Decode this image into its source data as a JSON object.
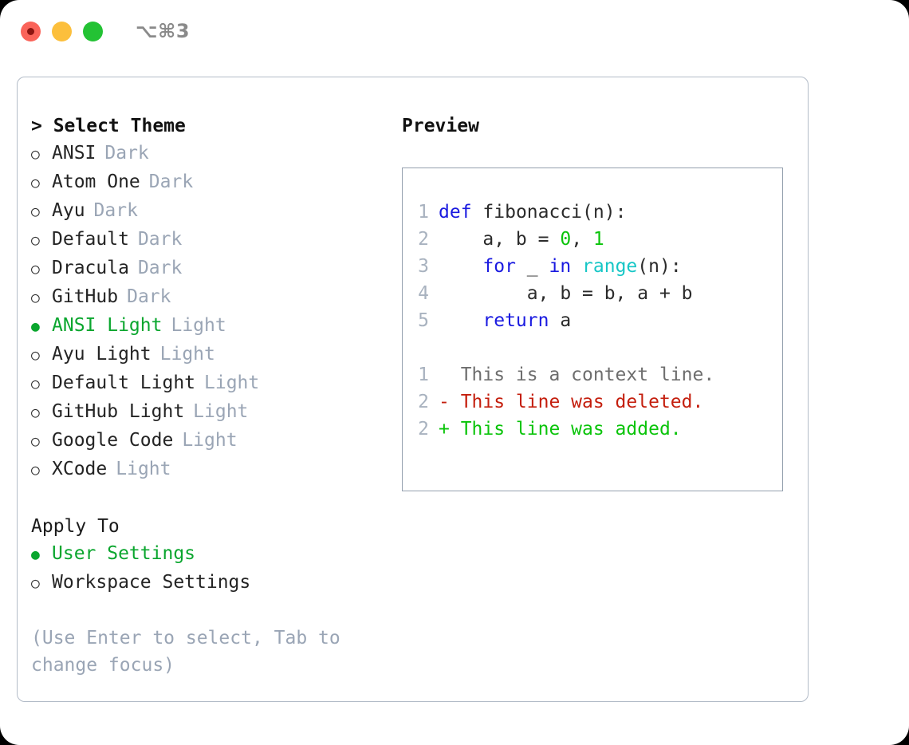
{
  "titlebar": {
    "shortcut": "⌥⌘3",
    "dots": [
      {
        "name": "close-button",
        "color": "#fa6359"
      },
      {
        "name": "minimize-button",
        "color": "#fcbf3c"
      },
      {
        "name": "maximize-button",
        "color": "#23c234"
      }
    ]
  },
  "theme_list": {
    "header": "> Select Theme",
    "items": [
      {
        "marker": "○",
        "name": "ANSI",
        "kind": "Dark",
        "selected": false
      },
      {
        "marker": "○",
        "name": "Atom One",
        "kind": "Dark",
        "selected": false
      },
      {
        "marker": "○",
        "name": "Ayu",
        "kind": "Dark",
        "selected": false
      },
      {
        "marker": "○",
        "name": "Default",
        "kind": "Dark",
        "selected": false
      },
      {
        "marker": "○",
        "name": "Dracula",
        "kind": "Dark",
        "selected": false
      },
      {
        "marker": "○",
        "name": "GitHub",
        "kind": "Dark",
        "selected": false
      },
      {
        "marker": "●",
        "name": "ANSI Light",
        "kind": "Light",
        "selected": true
      },
      {
        "marker": "○",
        "name": "Ayu Light",
        "kind": "Light",
        "selected": false
      },
      {
        "marker": "○",
        "name": "Default Light",
        "kind": "Light",
        "selected": false
      },
      {
        "marker": "○",
        "name": "GitHub Light",
        "kind": "Light",
        "selected": false
      },
      {
        "marker": "○",
        "name": "Google Code",
        "kind": "Light",
        "selected": false
      },
      {
        "marker": "○",
        "name": "XCode",
        "kind": "Light",
        "selected": false
      }
    ]
  },
  "apply_to": {
    "header": "Apply To",
    "items": [
      {
        "marker": "●",
        "name": "User Settings",
        "selected": true
      },
      {
        "marker": "○",
        "name": "Workspace Settings",
        "selected": false
      }
    ]
  },
  "hint": "(Use Enter to select, Tab to change focus)",
  "preview": {
    "header": "Preview",
    "code_lines": [
      {
        "no": "1",
        "tokens": [
          {
            "t": "def",
            "c": "kw"
          },
          {
            "t": " ",
            "c": "id"
          },
          {
            "t": "fibonacci",
            "c": "id"
          },
          {
            "t": "(n):",
            "c": "punc"
          }
        ]
      },
      {
        "no": "2",
        "tokens": [
          {
            "t": "    a, b = ",
            "c": "id"
          },
          {
            "t": "0",
            "c": "num"
          },
          {
            "t": ", ",
            "c": "punc"
          },
          {
            "t": "1",
            "c": "num"
          }
        ]
      },
      {
        "no": "3",
        "tokens": [
          {
            "t": "    ",
            "c": "id"
          },
          {
            "t": "for",
            "c": "kw"
          },
          {
            "t": " _ ",
            "c": "id"
          },
          {
            "t": "in",
            "c": "kw"
          },
          {
            "t": " ",
            "c": "id"
          },
          {
            "t": "range",
            "c": "fn"
          },
          {
            "t": "(n):",
            "c": "punc"
          }
        ]
      },
      {
        "no": "4",
        "tokens": [
          {
            "t": "        a, b = b, a + b",
            "c": "id"
          }
        ]
      },
      {
        "no": "5",
        "tokens": [
          {
            "t": "    ",
            "c": "id"
          },
          {
            "t": "return",
            "c": "kw"
          },
          {
            "t": " a",
            "c": "id"
          }
        ]
      }
    ],
    "diff_lines": [
      {
        "no": "1",
        "prefix": "  ",
        "text": "This is a context line.",
        "kind": "ctx"
      },
      {
        "no": "2",
        "prefix": "- ",
        "text": "This line was deleted.",
        "kind": "del"
      },
      {
        "no": "2",
        "prefix": "+ ",
        "text": "This line was added.",
        "kind": "add"
      }
    ]
  },
  "colors": {
    "accent_green": "#0aa62e",
    "diff_add": "#0ac40a",
    "diff_del": "#c41e0d",
    "keyword_blue": "#1a1ae0",
    "function_cyan": "#16c6c6",
    "muted": "#9aa5b5",
    "border": "#b3bcc8"
  }
}
